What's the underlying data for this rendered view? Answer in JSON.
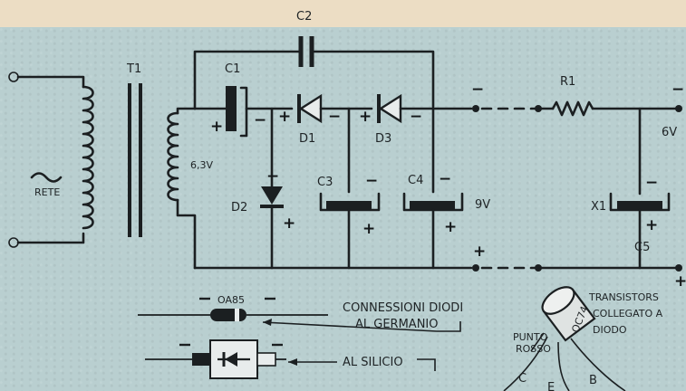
{
  "labels": {
    "c2": "C2",
    "t1": "T1",
    "c1": "C1",
    "r1": "R1",
    "rete": "RETE",
    "v63": "6,3V",
    "d1": "D1",
    "d3": "D3",
    "d2": "D2",
    "c3": "C3",
    "c4": "C4",
    "v9": "9V",
    "x1": "X1",
    "v6": "6V",
    "c5": "C5",
    "oa85": "OA85",
    "conn1": "CONNESSIONI DIODI",
    "conn2": "AL GERMANIO",
    "silicio": "AL SILICIO",
    "tr1": "TRANSISTORS",
    "tr2": "COLLEGATO A",
    "tr3": "DIODO",
    "punto1": "PUNTO",
    "punto2": "ROSSO",
    "oc74": "OC74",
    "pinC": "C",
    "pinE": "E",
    "pinB": "B"
  },
  "signs": {
    "plus": "+",
    "minus": "−"
  },
  "colors": {
    "background": "#b9cfd0",
    "ink": "#1b1f21",
    "paper": "#ecddc4"
  }
}
